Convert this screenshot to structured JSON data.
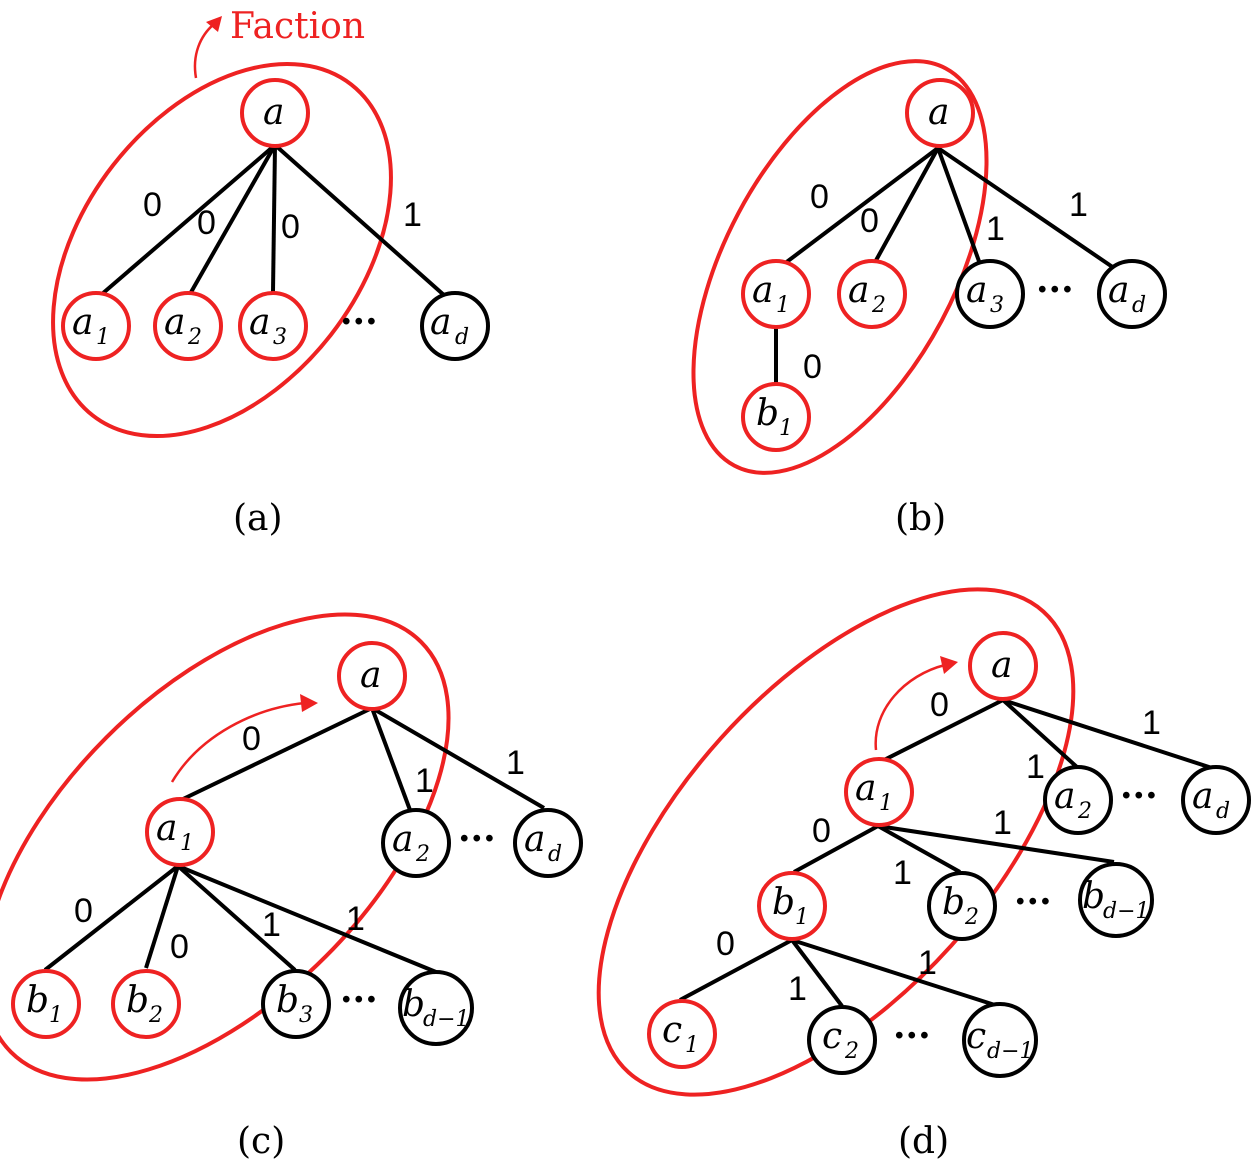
{
  "faction_label": "Faction",
  "colors": {
    "faction": "#ee2222",
    "edge": "#000000"
  },
  "captions": {
    "a": "(a)",
    "b": "(b)",
    "c": "(c)",
    "d": "(d)"
  },
  "dots": "···",
  "nodes": {
    "a": {
      "a": [
        "a",
        ""
      ],
      "a1": [
        "a",
        "1"
      ],
      "a2": [
        "a",
        "2"
      ],
      "a3": [
        "a",
        "3"
      ],
      "ad": [
        "a",
        "d"
      ]
    },
    "b": {
      "a": [
        "a",
        ""
      ],
      "a1": [
        "a",
        "1"
      ],
      "a2": [
        "a",
        "2"
      ],
      "a3": [
        "a",
        "3"
      ],
      "ad": [
        "a",
        "d"
      ],
      "b1": [
        "b",
        "1"
      ]
    },
    "c": {
      "a": [
        "a",
        ""
      ],
      "a1": [
        "a",
        "1"
      ],
      "a2": [
        "a",
        "2"
      ],
      "ad": [
        "a",
        "d"
      ],
      "b1": [
        "b",
        "1"
      ],
      "b2": [
        "b",
        "2"
      ],
      "b3": [
        "b",
        "3"
      ],
      "bd1": [
        "b",
        "d−1"
      ]
    },
    "d": {
      "a": [
        "a",
        ""
      ],
      "a1": [
        "a",
        "1"
      ],
      "a2": [
        "a",
        "2"
      ],
      "ad": [
        "a",
        "d"
      ],
      "b1": [
        "b",
        "1"
      ],
      "b2": [
        "b",
        "2"
      ],
      "bd1": [
        "b",
        "d−1"
      ],
      "c1": [
        "c",
        "1"
      ],
      "c2": [
        "c",
        "2"
      ],
      "cd1": [
        "c",
        "d−1"
      ]
    }
  },
  "edge_labels": {
    "a": [
      "0",
      "0",
      "0",
      "1"
    ],
    "b": [
      "0",
      "0",
      "1",
      "1",
      "0"
    ],
    "c": [
      "0",
      "1",
      "1",
      "0",
      "0",
      "1",
      "1"
    ],
    "d": [
      "0",
      "1",
      "1",
      "0",
      "1",
      "1",
      "0",
      "1",
      "1"
    ]
  }
}
